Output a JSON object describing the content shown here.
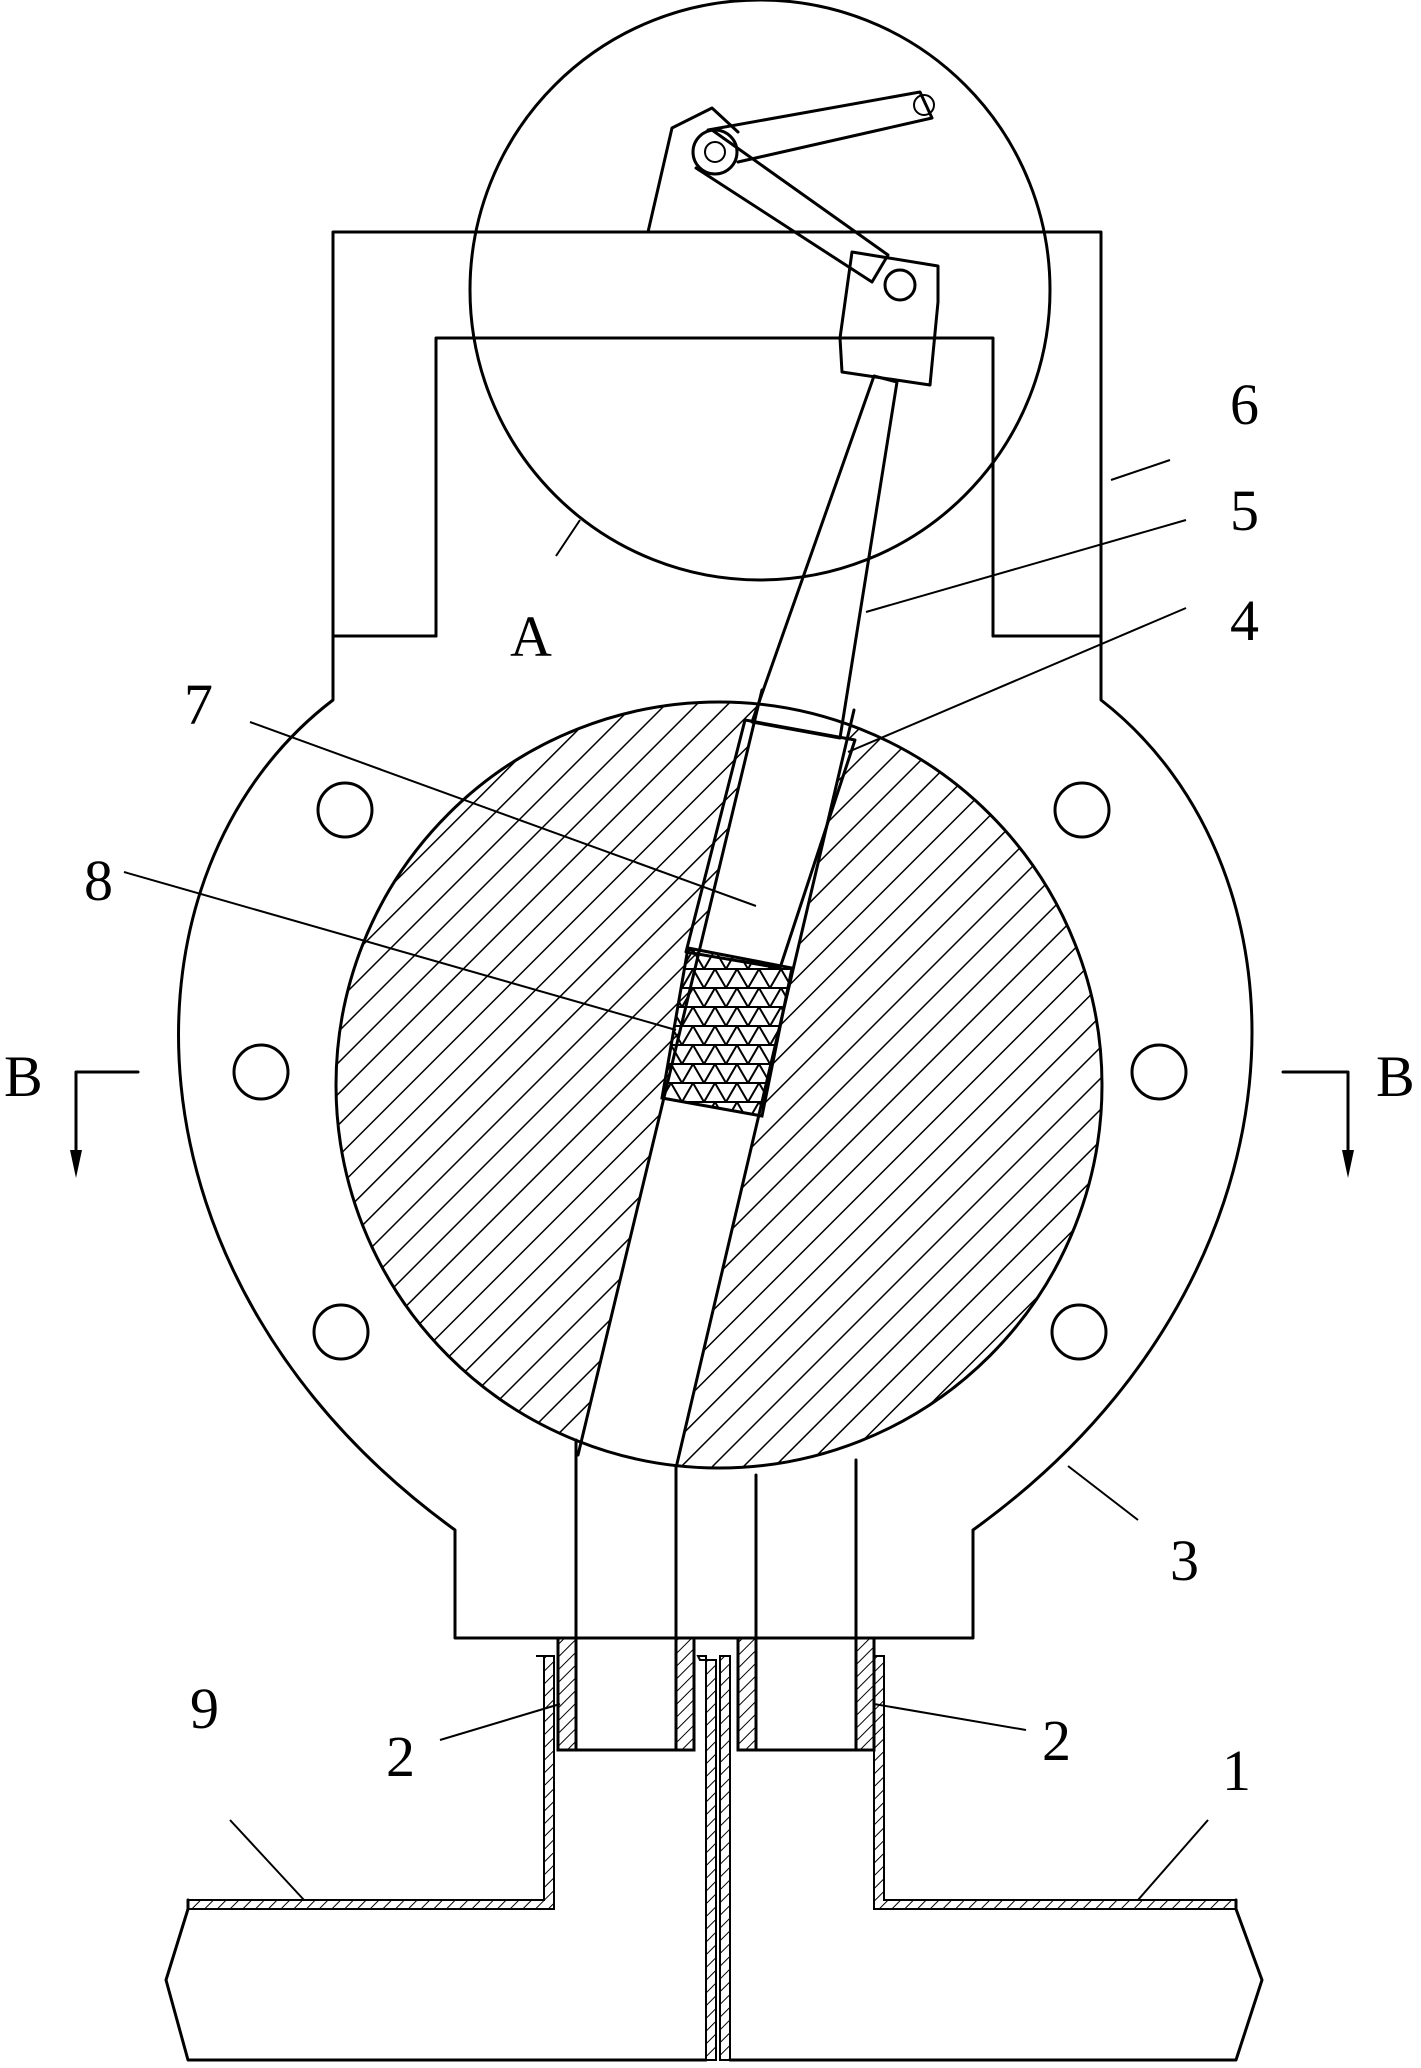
{
  "figure": {
    "labels": {
      "l1": "1",
      "l2a": "2",
      "l2b": "2",
      "l3": "3",
      "l4": "4",
      "l5": "5",
      "l6": "6",
      "l7": "7",
      "l8": "8",
      "l9": "9",
      "detail": "A",
      "section_left": "B",
      "section_right": "B"
    }
  }
}
